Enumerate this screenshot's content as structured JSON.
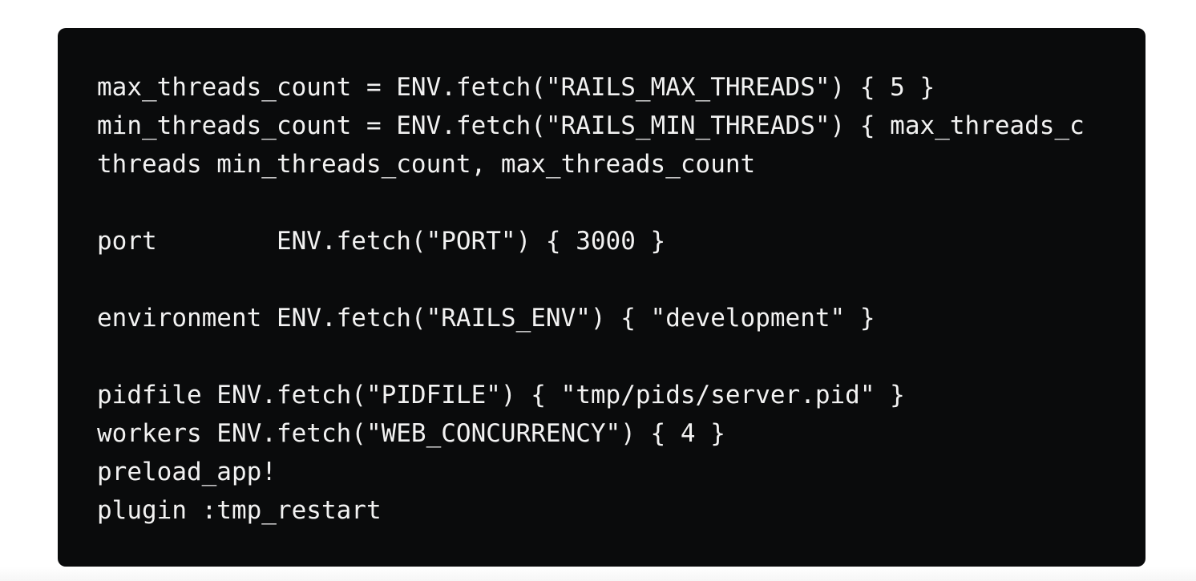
{
  "code_block": {
    "background_color": "#0a0b0c",
    "text_color": "#f2f2f2",
    "lines": [
      "max_threads_count = ENV.fetch(\"RAILS_MAX_THREADS\") { 5 }",
      "min_threads_count = ENV.fetch(\"RAILS_MIN_THREADS\") { max_threads_c",
      "threads min_threads_count, max_threads_count",
      "",
      "port        ENV.fetch(\"PORT\") { 3000 }",
      "",
      "environment ENV.fetch(\"RAILS_ENV\") { \"development\" }",
      "",
      "pidfile ENV.fetch(\"PIDFILE\") { \"tmp/pids/server.pid\" }",
      "workers ENV.fetch(\"WEB_CONCURRENCY\") { 4 }",
      "preload_app!",
      "plugin :tmp_restart"
    ]
  }
}
